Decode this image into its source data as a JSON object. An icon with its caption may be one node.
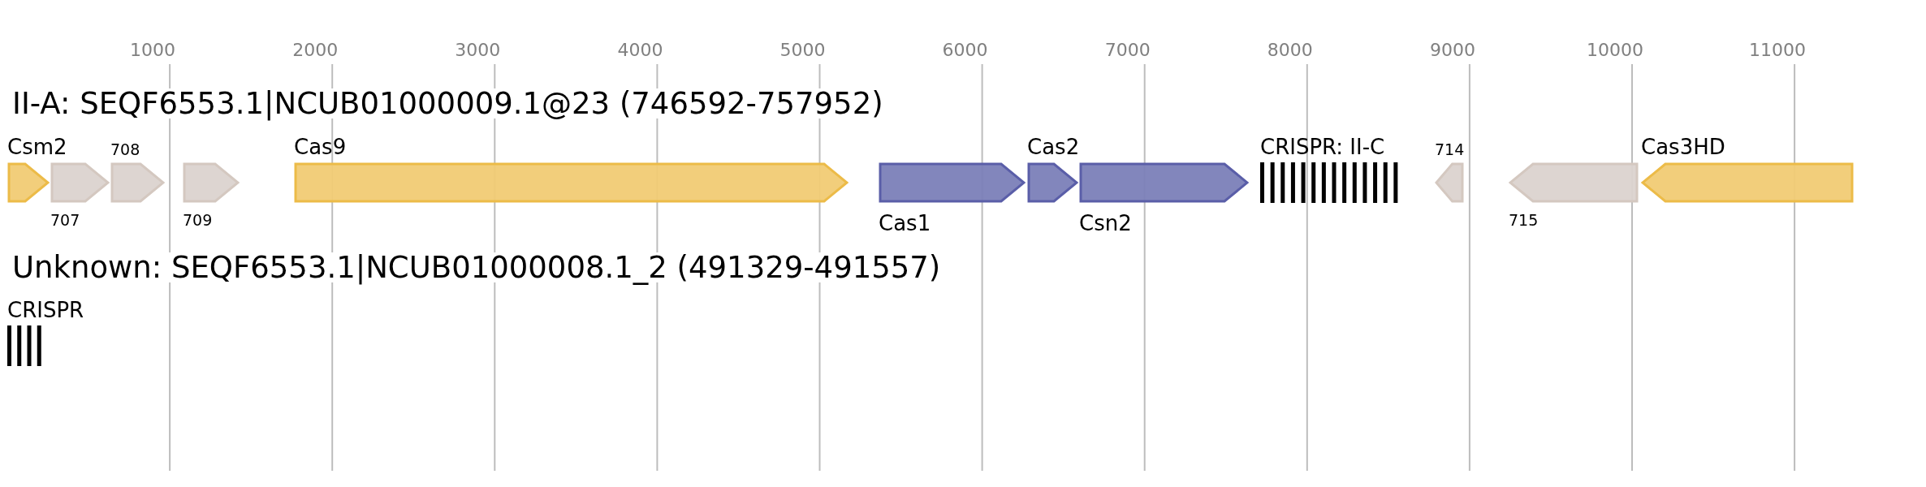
{
  "diagram": {
    "nodes": [
      {
        "text": [
          "Csm2"
        ]
      },
      {
        "text": [
          "707"
        ]
      },
      {
        "text": [
          "708"
        ]
      },
      {
        "text": [
          "709"
        ]
      },
      {
        "text": [
          "Cas9"
        ]
      },
      {
        "text": [
          "Cas1"
        ]
      },
      {
        "text": [
          "Cas2"
        ]
      },
      {
        "text": [
          "Csn2"
        ]
      },
      {
        "text": [
          "CRISPR: II-C"
        ]
      },
      {
        "text": [
          "714"
        ]
      },
      {
        "text": [
          "715"
        ]
      },
      {
        "text": [
          "Cas3HD"
        ]
      },
      {
        "text": [
          "CRISPR"
        ]
      }
    ],
    "labels": [
      "1000",
      "2000",
      "3000",
      "4000",
      "5000",
      "6000",
      "7000",
      "8000",
      "9000",
      "10000",
      "11000",
      "II-A: SEQF6553.1|NCUB01000009.1@23 (746592-757952)",
      "Unknown: SEQF6553.1|NCUB01000008.1_2 (491329-491557)"
    ]
  }
}
